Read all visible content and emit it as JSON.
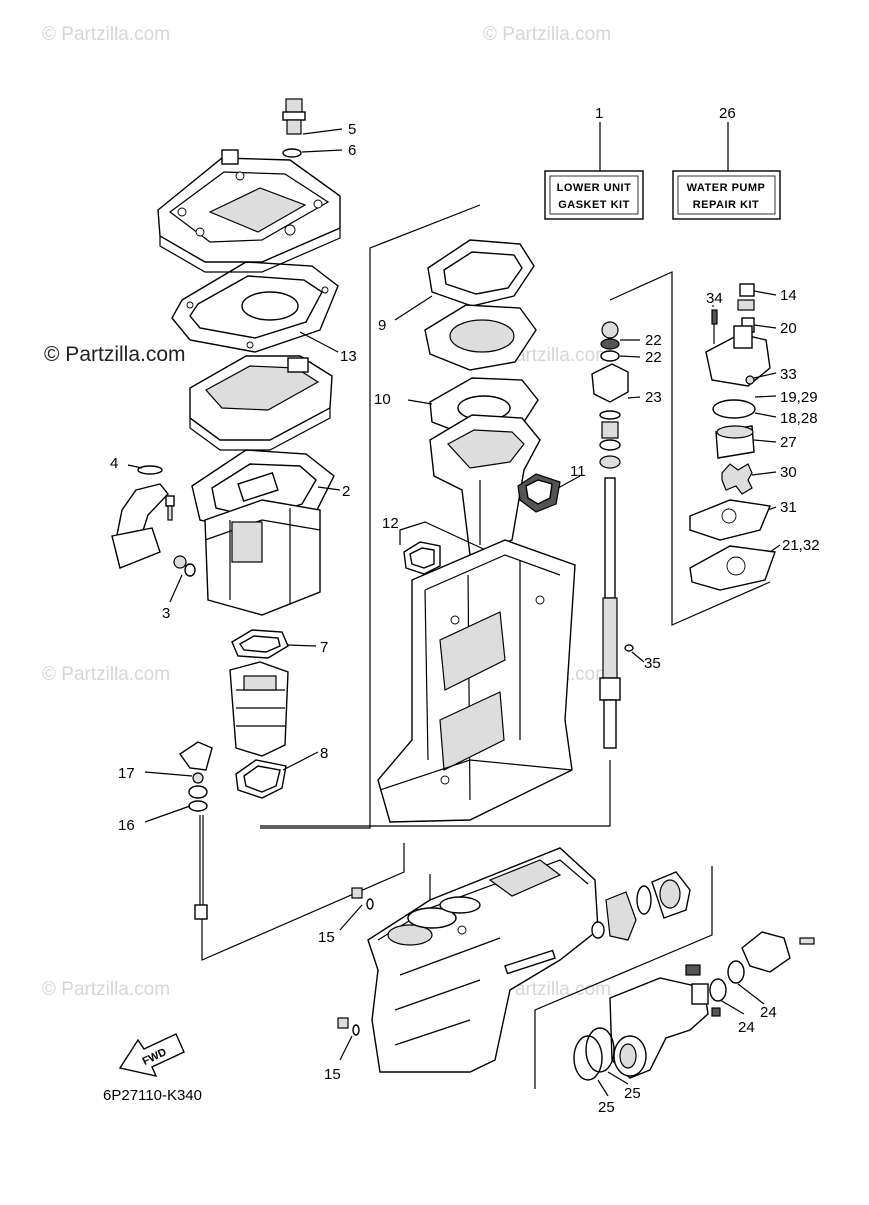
{
  "watermark": {
    "text": "© Partzilla.com"
  },
  "kits": {
    "lower_unit": {
      "ref": "1",
      "line1": "LOWER UNIT",
      "line2": "GASKET KIT"
    },
    "water_pump": {
      "ref": "26",
      "line1": "WATER PUMP",
      "line2": "REPAIR KIT"
    }
  },
  "callouts": {
    "c5": "5",
    "c6": "6",
    "c13": "13",
    "c9": "9",
    "c10": "10",
    "c4": "4",
    "c2": "2",
    "c3": "3",
    "c11": "11",
    "c12": "12",
    "c7": "7",
    "c8": "8",
    "c17": "17",
    "c16": "16",
    "c22a": "22",
    "c22b": "22",
    "c23": "23",
    "c34": "34",
    "c14": "14",
    "c20": "20",
    "c33": "33",
    "c1929": "19,29",
    "c1828": "18,28",
    "c27": "27",
    "c30": "30",
    "c31": "31",
    "c2132": "21,32",
    "c35": "35",
    "c15a": "15",
    "c15b": "15",
    "c24a": "24",
    "c24b": "24",
    "c25a": "25",
    "c25b": "25"
  },
  "fwd_label": "FWD",
  "diagram_code": "6P27110-K340"
}
